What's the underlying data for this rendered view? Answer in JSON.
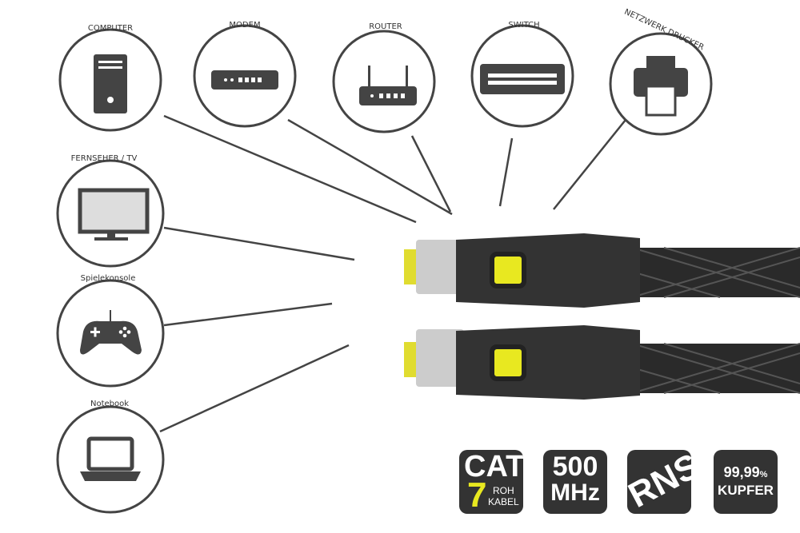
{
  "devices": [
    {
      "label": "COMPUTER",
      "icon": "computer-icon"
    },
    {
      "label": "MODEM",
      "icon": "modem-icon"
    },
    {
      "label": "ROUTER",
      "icon": "router-icon"
    },
    {
      "label": "SWITCH",
      "icon": "switch-icon"
    },
    {
      "label": "NETZWERK DRUCKER",
      "icon": "printer-icon"
    },
    {
      "label": "FERNSEHER / TV",
      "icon": "tv-icon"
    },
    {
      "label": "Spielekonsole",
      "icon": "gamepad-icon"
    },
    {
      "label": "Notebook",
      "icon": "laptop-icon"
    }
  ],
  "badges": {
    "cat": {
      "line1": "CAT",
      "number": "7",
      "sub1": "ROH",
      "sub2": "KABEL"
    },
    "freq": {
      "value": "500",
      "unit": "MHz"
    },
    "rns": "RNS",
    "copper": {
      "value": "99,99",
      "percent": "%",
      "label": "KUPFER"
    }
  },
  "colors": {
    "accent": "#e8e820",
    "badge": "#333333",
    "outline": "#444444"
  }
}
